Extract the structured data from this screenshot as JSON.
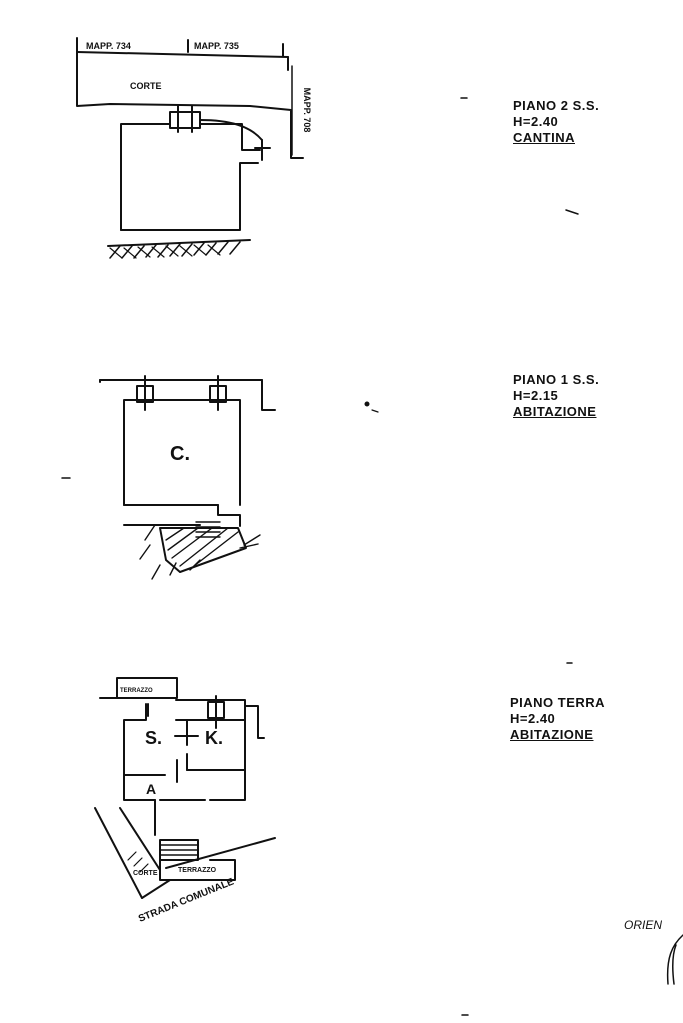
{
  "plans": [
    {
      "title": "PIANO 2 S.S.",
      "height": "H=2.40",
      "use": "CANTINA",
      "labels": {
        "corte": "CORTE",
        "mapp_a": "MAPP. 734",
        "mapp_b": "MAPP. 735",
        "mapp_c": "MAPP. 708"
      }
    },
    {
      "title": "PIANO 1 S.S.",
      "height": "H=2.15",
      "use": "ABITAZIONE",
      "labels": {
        "room": "C."
      }
    },
    {
      "title": "PIANO TERRA",
      "height": "H=2.40",
      "use": "ABITAZIONE",
      "labels": {
        "terrace_top": "TERRAZZO",
        "room_s": "S.",
        "room_k": "K.",
        "room_a": "A",
        "corte": "CORTE",
        "terrace_bottom": "TERRAZZO",
        "strada": "STRADA COMUNALE"
      }
    }
  ],
  "orientation_label": "ORIEN"
}
